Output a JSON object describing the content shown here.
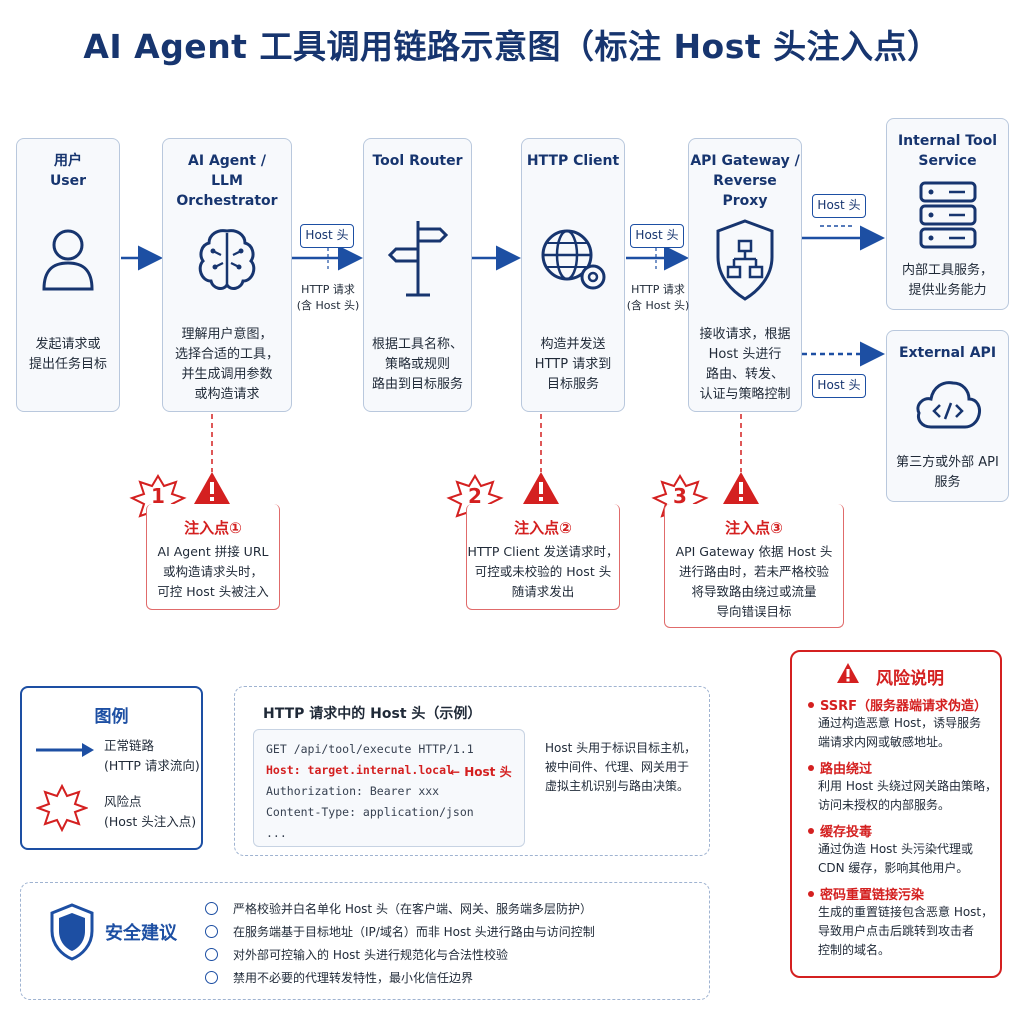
{
  "title": "AI Agent 工具调用链路示意图（标注 Host 头注入点）",
  "nodes": [
    {
      "title": "用户\nUser",
      "icon": "user-icon",
      "desc": "发起请求或\n提出任务目标"
    },
    {
      "title": "AI Agent /\nLLM Orchestrator",
      "icon": "brain-icon",
      "desc": "理解用户意图，\n选择合适的工具，\n并生成调用参数\n或构造请求"
    },
    {
      "title": "Tool Router",
      "icon": "signpost-icon",
      "desc": "根据工具名称、\n策略或规则\n路由到目标服务"
    },
    {
      "title": "HTTP Client",
      "icon": "globe-gear-icon",
      "desc": "构造并发送\nHTTP 请求到\n目标服务"
    },
    {
      "title": "API Gateway /\nReverse Proxy",
      "icon": "shield-network-icon",
      "desc": "接收请求，根据\nHost 头进行\n路由、转发、\n认证与策略控制"
    },
    {
      "title": "Internal Tool\nService",
      "icon": "server-icon",
      "desc": "内部工具服务，\n提供业务能力"
    },
    {
      "title": "External API",
      "icon": "cloud-code-icon",
      "desc": "第三方或外部 API\n服务"
    }
  ],
  "edge_labels": {
    "host_tag": "Host 头",
    "http_request": "HTTP 请求\n(含 Host 头)"
  },
  "injection_points": [
    {
      "number": "1",
      "title": "注入点①",
      "desc": "AI Agent 拼接 URL\n或构造请求头时，\n可控 Host 头被注入"
    },
    {
      "number": "2",
      "title": "注入点②",
      "desc": "HTTP Client 发送请求时，\n可控或未校验的 Host 头\n随请求发出"
    },
    {
      "number": "3",
      "title": "注入点③",
      "desc": "API Gateway 依据 Host 头\n进行路由时，若未严格校验\n将导致路由绕过或流量\n导向错误目标"
    }
  ],
  "legend": {
    "title": "图例",
    "normal_label": "正常链路\n(HTTP 请求流向)",
    "risk_label": "风险点\n(Host 头注入点)"
  },
  "http_example": {
    "title": "HTTP 请求中的 Host 头（示例）",
    "lines": [
      "GET /api/tool/execute HTTP/1.1",
      "Host: target.internal.local",
      "Authorization: Bearer xxx",
      "Content-Type: application/json",
      "..."
    ],
    "pointer": "← Host 头",
    "note": "Host 头用于标识目标主机，\n被中间件、代理、网关用于\n虚拟主机识别与路由决策。"
  },
  "security": {
    "title": "安全建议",
    "items": [
      "严格校验并白名单化 Host 头（在客户端、网关、服务端多层防护）",
      "在服务端基于目标地址（IP/域名）而非 Host 头进行路由与访问控制",
      "对外部可控输入的 Host 头进行规范化与合法性校验",
      "禁用不必要的代理转发特性，最小化信任边界"
    ]
  },
  "risks": {
    "title": "风险说明",
    "items": [
      {
        "title": "SSRF（服务器端请求伪造）",
        "desc": "通过构造恶意 Host，诱导服务\n端请求内网或敏感地址。"
      },
      {
        "title": "路由绕过",
        "desc": "利用 Host 头绕过网关路由策略，\n访问未授权的内部服务。"
      },
      {
        "title": "缓存投毒",
        "desc": "通过伪造 Host 头污染代理或\nCDN 缓存，影响其他用户。"
      },
      {
        "title": "密码重置链接污染",
        "desc": "生成的重置链接包含恶意 Host，\n导致用户点击后跳转到攻击者\n控制的域名。"
      }
    ]
  },
  "colors": {
    "primary": "#1d4fa3",
    "title": "#17356f",
    "danger": "#d42020",
    "border": "#b9c8dd"
  }
}
